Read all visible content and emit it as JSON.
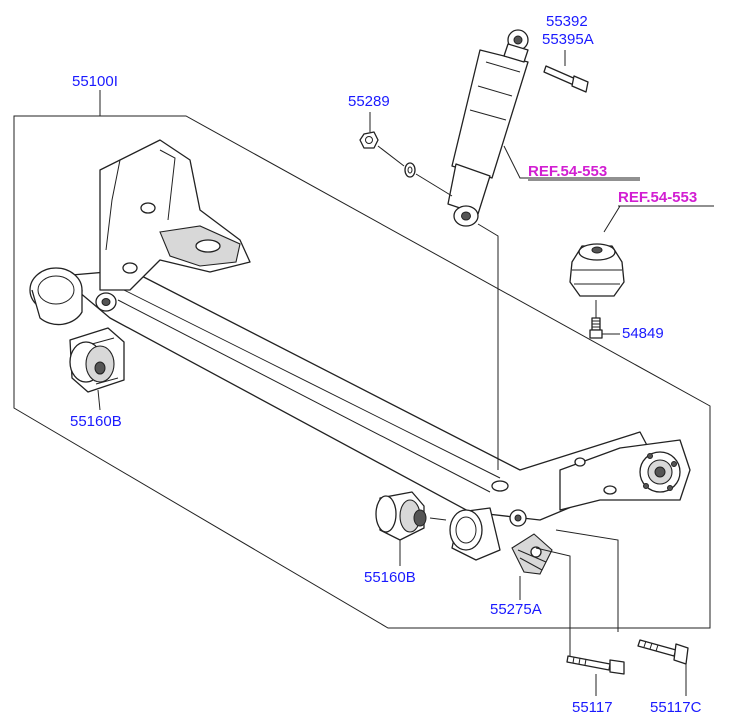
{
  "labels": {
    "axle": "55100I",
    "shock_bolt_a": "55392",
    "shock_bolt_b": "55395A",
    "nut": "55289",
    "ref_shock": "REF.54-553",
    "ref_bumper": "REF.54-553",
    "bumper_screw": "54849",
    "bush_left": "55160B",
    "bush_right": "55160B",
    "bracket": "55275A",
    "bolt": "55117",
    "bolt_c": "55117C"
  },
  "colors": {
    "part_label": "#1a1aff",
    "ref_label": "#d21ed2",
    "line": "#222222"
  }
}
